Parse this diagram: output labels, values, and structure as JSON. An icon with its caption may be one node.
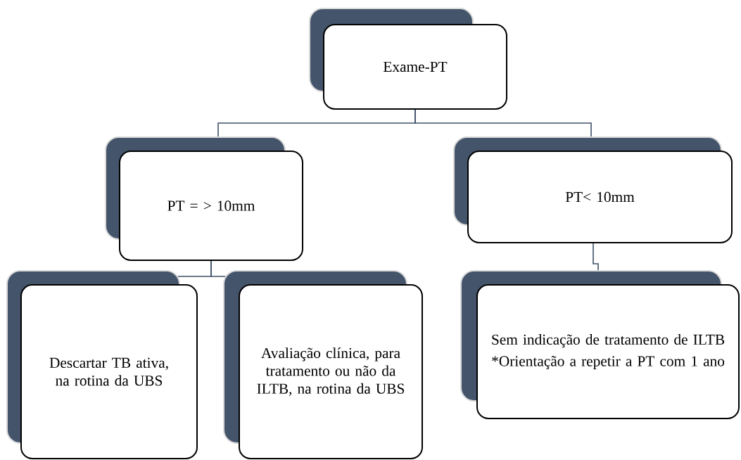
{
  "diagram": {
    "nodes": [
      {
        "text": [
          "Exame-PT"
        ]
      },
      {
        "text": [
          "PT = > 10mm"
        ]
      },
      {
        "text": [
          "PT< 10mm"
        ]
      },
      {
        "text": [
          "Descartar TB ativa, na rotina da UBS"
        ]
      },
      {
        "text": [
          "Avaliação clínica, para tratamento ou não da ILTB, na rotina da UBS"
        ]
      },
      {
        "text": [
          "Sem indicação de tratamento de ILTB",
          "*Orientação a repetir a PT com 1 ano"
        ]
      }
    ],
    "edges": [
      {
        "from": 0,
        "to": 1,
        "arrow": "none"
      },
      {
        "from": 0,
        "to": 2,
        "arrow": "none"
      },
      {
        "from": 1,
        "to": 3,
        "arrow": "none"
      },
      {
        "from": 1,
        "to": 4,
        "arrow": "none"
      },
      {
        "from": 2,
        "to": 5,
        "arrow": "none"
      }
    ]
  }
}
